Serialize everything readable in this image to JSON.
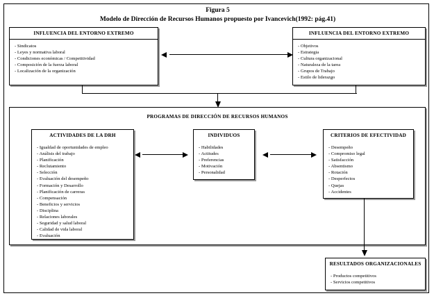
{
  "figure": {
    "label": "Figura 5",
    "caption": "Modelo de Dirección de Recursos Humanos propuesto por Ivancevich(1992: pág.41)"
  },
  "environment_left": {
    "title": "INFLUENCIA DEL ENTORNO EXTREMO",
    "items": [
      "Sindicatos",
      "Leyes y normativa laboral",
      "Condiciones económicas / Competitividad",
      "Composición de la fuerza laboral",
      "Localización de la organización"
    ]
  },
  "environment_right": {
    "title": "INFLUENCIA DEL ENTORNO EXTREMO",
    "items": [
      "Objetivos",
      "Estrategia",
      "Cultura organizacional",
      "Naturaleza de la tarea",
      "Grupos de Trabajo",
      "Estilo de liderazgo"
    ]
  },
  "programs": {
    "title": "PROGRAMAS DE DIRECCIÓN DE RECURSOS HUMANOS",
    "activities": {
      "title": "ACTIVIDADES DE LA DRH",
      "items": [
        "Igualdad de oportunidades de empleo",
        "Análisis del trabajo",
        "Planificación",
        "Reclutamiento",
        "Selección",
        "Evaluación del desempeño",
        "Formación y Desarrollo",
        "Planificación de carreras",
        "Compensación",
        "Beneficios y servicios",
        "Disciplina",
        "Relaciones laborales",
        "Seguridad y salud laboral",
        "Calidad de vida laboral",
        "Evaluación"
      ]
    },
    "individuals": {
      "title": "INDIVIDUOS",
      "items": [
        "Habilidades",
        "Actitudes",
        "Preferencias",
        "Motivación",
        "Personalidad"
      ]
    },
    "criteria": {
      "title": "CRITERIOS DE EFECTIVIDAD",
      "items": [
        "Desempeño",
        "Compromiso legal",
        "Satisfacción",
        "Absentismo",
        "Rotación",
        "Desperfectos",
        "Quejas",
        "Accidentes"
      ]
    }
  },
  "results": {
    "title": "RESULTADOS ORGANIZACIONALES",
    "items": [
      "Productos competitivos",
      "Servicios competitivos"
    ]
  },
  "colors": {
    "line": "#000000",
    "shadow": "#9a9a9a",
    "background": "#ffffff"
  }
}
